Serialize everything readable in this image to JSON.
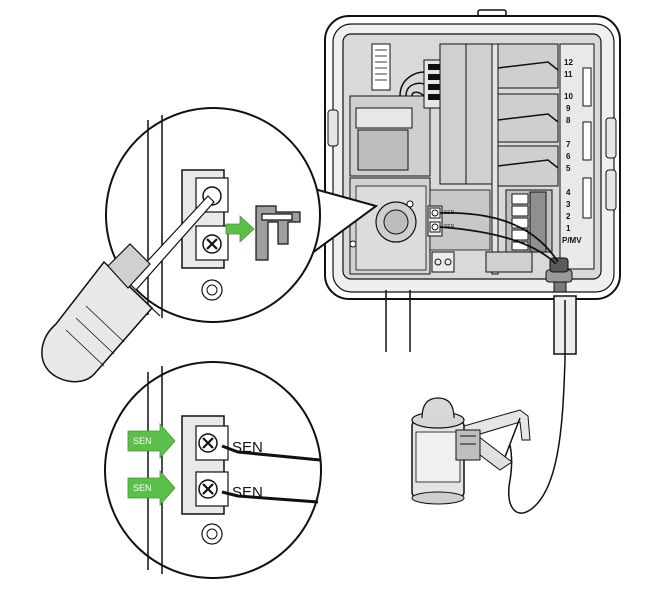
{
  "colors": {
    "accent_green": "#5cbf4a",
    "housing_gray": "#d9d9d9",
    "line": "#111111"
  },
  "controller": {
    "station_numbers": [
      "12",
      "11",
      "10",
      "9",
      "8",
      "7",
      "6",
      "5",
      "4",
      "3",
      "2",
      "1",
      "P/MV"
    ],
    "terminal_labels": [
      "SEN",
      "SEN"
    ]
  },
  "insets": {
    "remove_jumper": {
      "action_arrow": "arrow-right-icon",
      "tool": "screwdriver-icon"
    },
    "connect_sensor": {
      "arrow_tags": [
        "SEN",
        "SEN"
      ],
      "terminal_labels": [
        "SEN",
        "SEN"
      ]
    }
  },
  "sensor": {
    "icon": "rain-sensor-icon"
  }
}
